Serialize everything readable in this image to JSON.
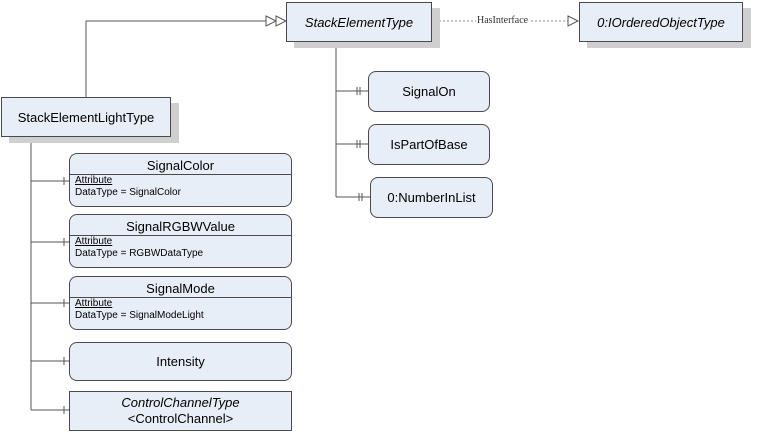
{
  "types": {
    "stack_element_type": "StackElementType",
    "ordered_object_type": "0:IOrderedObjectType",
    "stack_element_light_type": "StackElementLightType"
  },
  "reference": {
    "has_interface": "HasInterface"
  },
  "parent_children": [
    {
      "label": "SignalOn"
    },
    {
      "label": "IsPartOfBase"
    },
    {
      "label": "0:NumberInList"
    }
  ],
  "light_children": {
    "signal_color": {
      "name": "SignalColor",
      "kind": "Attribute",
      "datatype": "DataType = SignalColor"
    },
    "signal_rgbw": {
      "name": "SignalRGBWValue",
      "kind": "Attribute",
      "datatype": "DataType = RGBWDataType"
    },
    "signal_mode": {
      "name": "SignalMode",
      "kind": "Attribute",
      "datatype": "DataType = SignalModeLight"
    },
    "intensity": {
      "name": "Intensity"
    },
    "control_channel": {
      "type_name": "ControlChannelType",
      "browse_name": "<ControlChannel>"
    }
  },
  "colors": {
    "node_fill": "#e8eef7",
    "border": "#4a4a4a",
    "shadow": "#cfcfcf"
  }
}
